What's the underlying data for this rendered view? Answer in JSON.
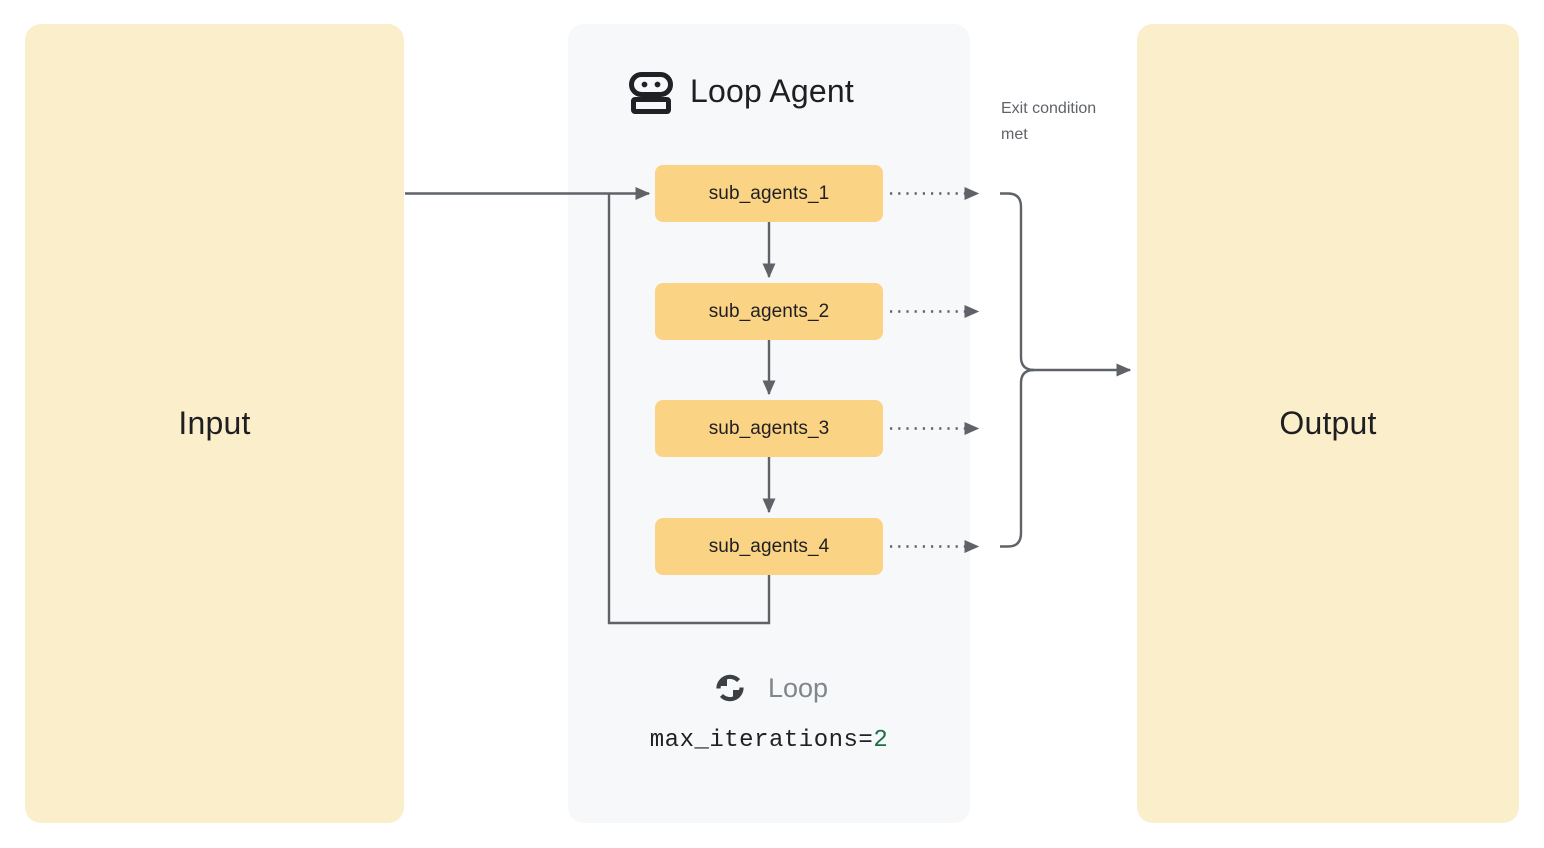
{
  "diagram": {
    "input": {
      "label": "Input",
      "color": "#FAEECB"
    },
    "output": {
      "label": "Output",
      "color": "#FAEECB"
    },
    "panel": {
      "title": "Loop Agent",
      "icon": "robot-icon",
      "background": "#F7F8FA",
      "agents": [
        {
          "label": "sub_agents_1"
        },
        {
          "label": "sub_agents_2"
        },
        {
          "label": "sub_agents_3"
        },
        {
          "label": "sub_agents_4"
        }
      ],
      "agent_color": "#FAD384",
      "footer": {
        "icon": "loop-refresh-icon",
        "label": "Loop",
        "param_name": "max_iterations=",
        "param_value": "2",
        "param_value_color": "#1E6E47"
      }
    },
    "annotations": {
      "exit_condition": "Exit condition met",
      "exit_condition_color": "#5F6368"
    },
    "wire_color": "#5F6368"
  }
}
